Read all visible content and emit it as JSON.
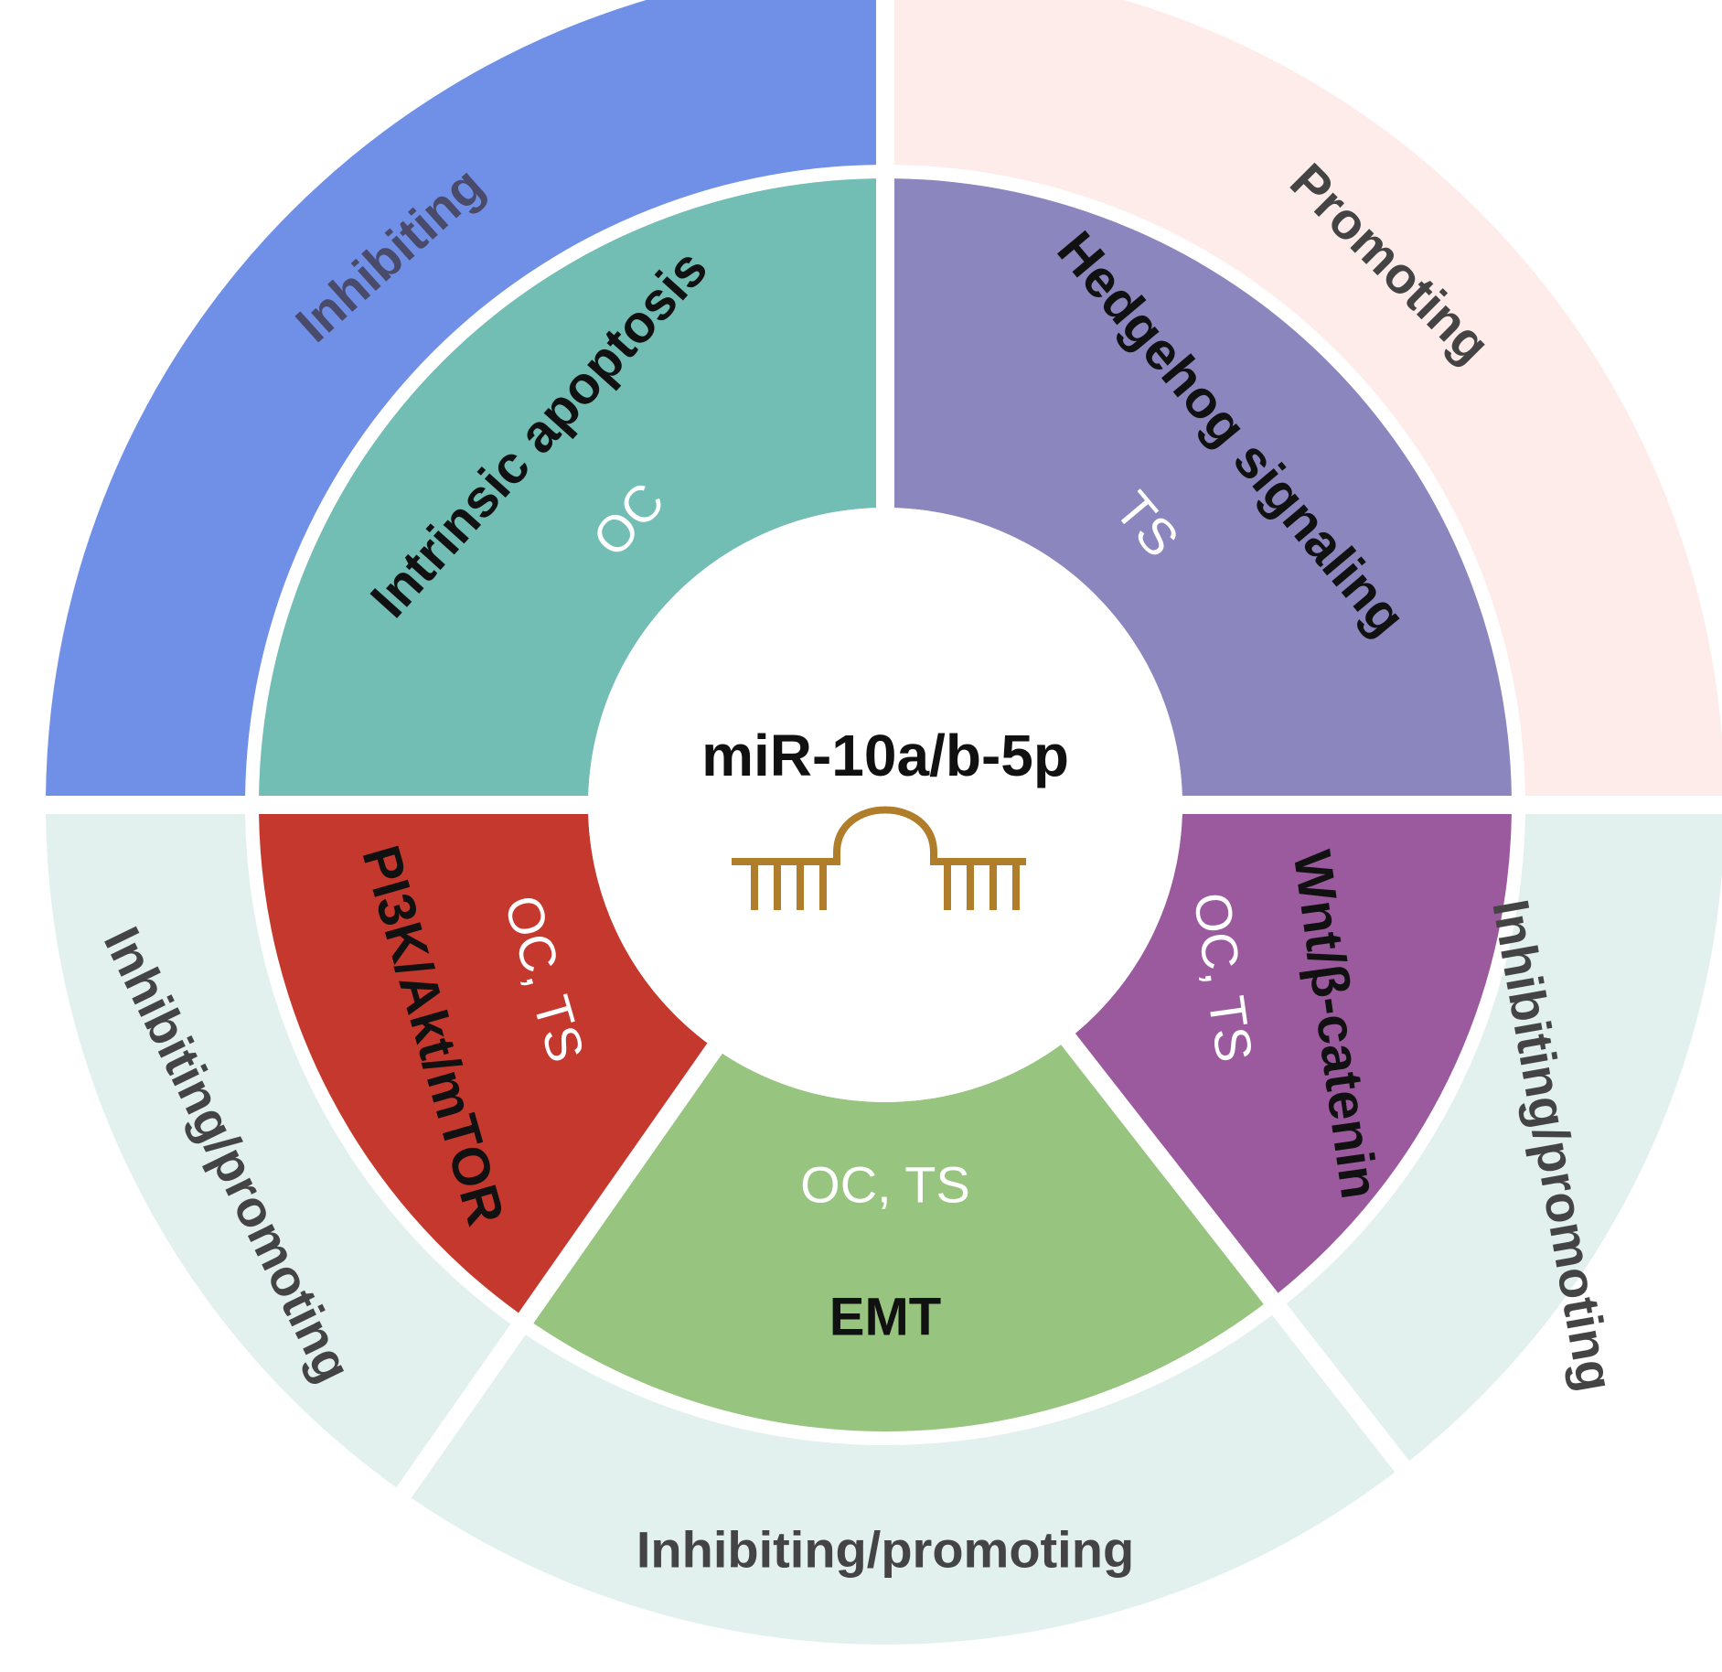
{
  "center": {
    "title": "miR-10a/b-5p",
    "icon": "mirna-hairpin-icon",
    "icon_color": "#b07d2b"
  },
  "segments": [
    {
      "id": "intrinsic-apoptosis",
      "outer_label": "Inhibiting",
      "outer_color": "#7090e8",
      "outer_text_color": "#4a4a6a",
      "label": "Intrinsic apoptosis",
      "role": "OC",
      "inner_color": "#72bdb4"
    },
    {
      "id": "hedgehog-signaling",
      "outer_label": "Promoting",
      "outer_color": "#fdecea",
      "outer_text_color": "#444444",
      "label": "Hedgehog signaling",
      "role": "TS",
      "inner_color": "#8b86be"
    },
    {
      "id": "wnt-beta-catenin",
      "outer_label": "Inhibiting/promoting",
      "outer_color": "#e2f1ed",
      "outer_text_color": "#444444",
      "label": "Wnt/β-catenin",
      "role": "OC, TS",
      "inner_color": "#9b5a9e"
    },
    {
      "id": "emt",
      "outer_label": "Inhibiting/promoting",
      "outer_color": "#e2f1ed",
      "outer_text_color": "#444444",
      "label": "EMT",
      "role": "OC, TS",
      "inner_color": "#97c47e"
    },
    {
      "id": "pi3k-akt-mtor",
      "outer_label": "Inhibiting/promoting",
      "outer_color": "#e2f1ed",
      "outer_text_color": "#444444",
      "label": "PI3K/Akt/mTOR",
      "role": "OC, TS",
      "inner_color": "#c4382e"
    }
  ]
}
